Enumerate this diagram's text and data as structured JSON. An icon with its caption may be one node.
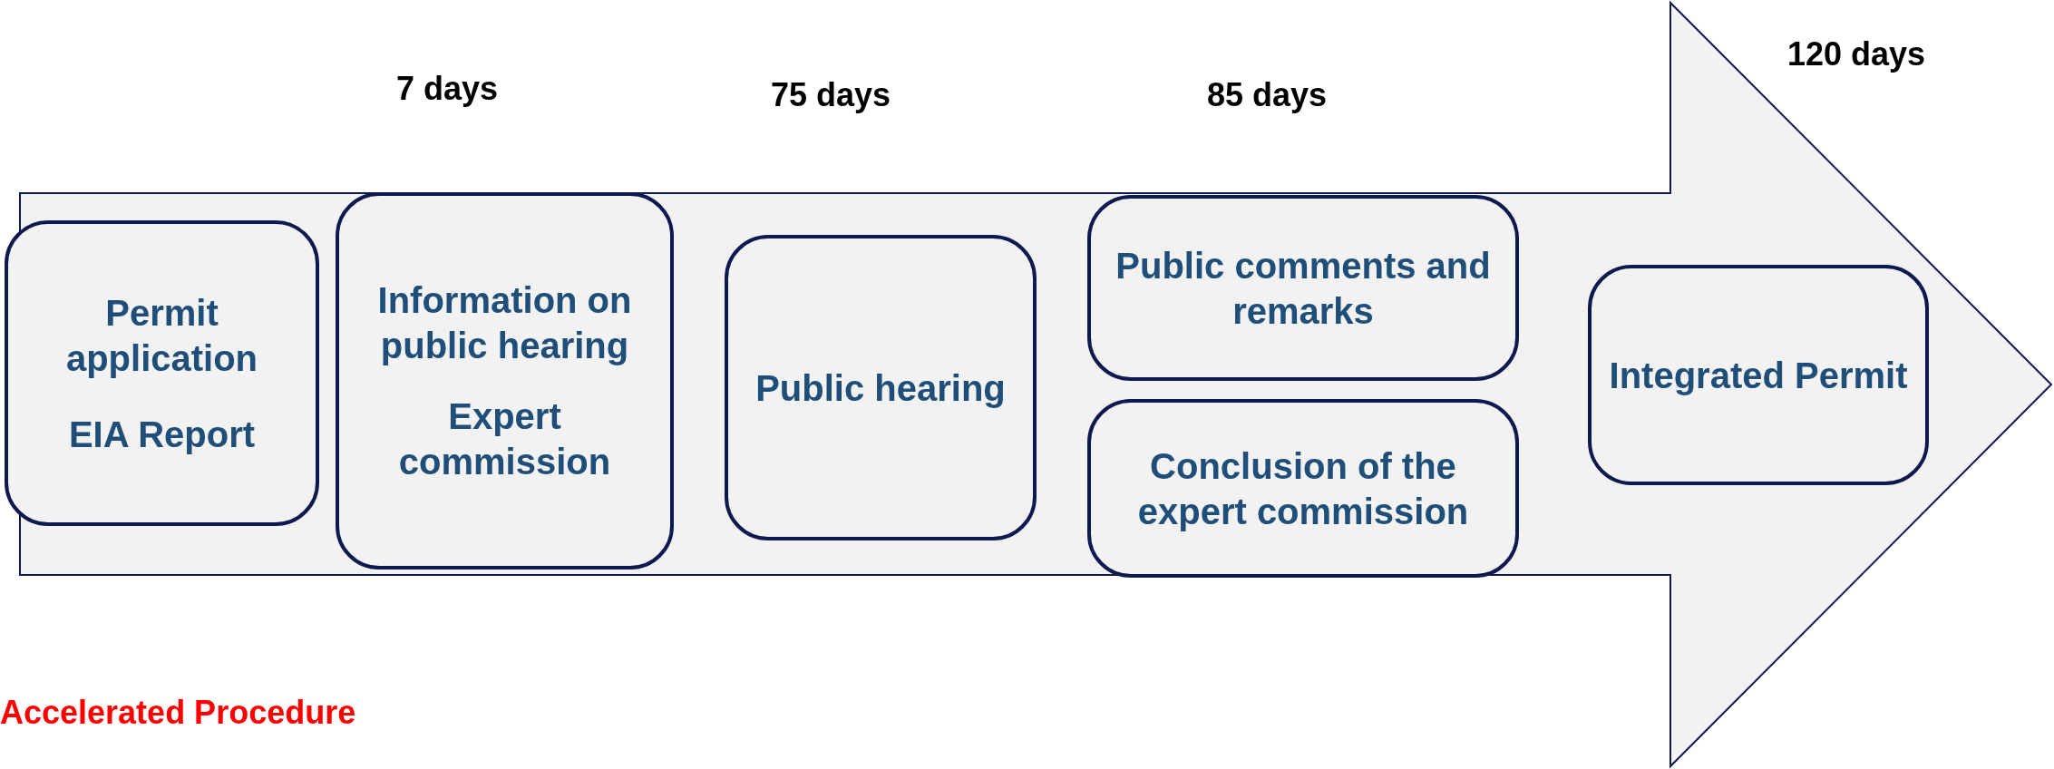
{
  "diagram": {
    "nodes": [
      {
        "text": [
          "Permit application",
          "EIA Report"
        ]
      },
      {
        "text": [
          "Information on public hearing",
          "Expert commission"
        ]
      },
      {
        "text": [
          "Public hearing"
        ]
      },
      {
        "text": [
          "Public comments and remarks"
        ]
      },
      {
        "text": [
          "Conclusion of the expert commission"
        ]
      },
      {
        "text": [
          "Integrated Permit"
        ]
      }
    ],
    "edges": [],
    "labels": [
      "120 days",
      "7 days",
      "75 days",
      "85 days",
      "Accelerated Procedure"
    ]
  }
}
